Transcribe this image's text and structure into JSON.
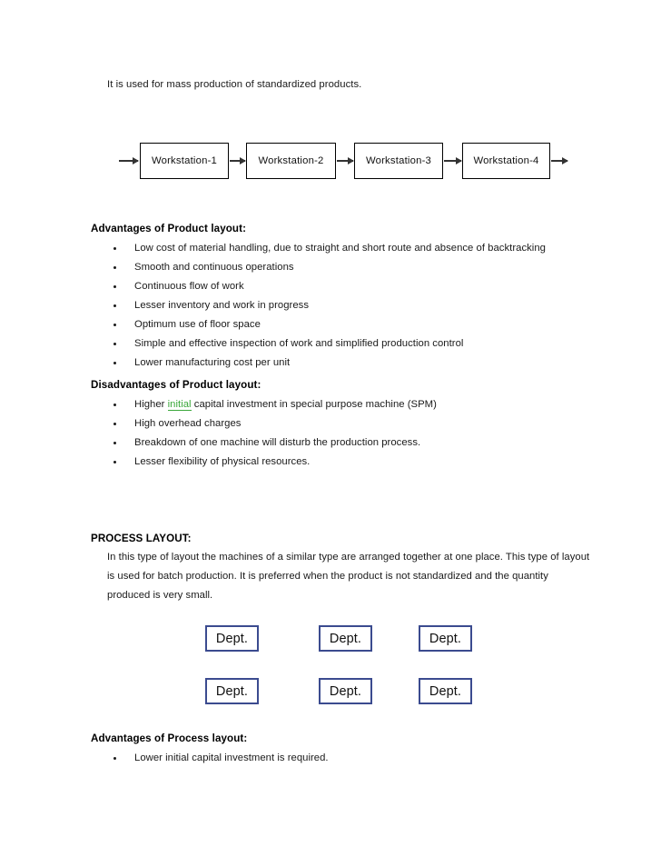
{
  "document": {
    "intro_line": "It is used for mass production of standardized products.",
    "product_layout": {
      "flow_diagram": {
        "name": "product-layout-flow",
        "nodes": [
          {
            "label": "Workstation-1"
          },
          {
            "label": "Workstation-2"
          },
          {
            "label": "Workstation-3"
          },
          {
            "label": "Workstation-4"
          }
        ],
        "arrow_count": 5
      },
      "advantages": {
        "heading": "Advantages of Product layout:",
        "items": [
          "Low cost of material handling, due to straight and short route and absence of backtracking",
          "Smooth and continuous operations",
          "Continuous flow of work",
          "Lesser inventory and work in progress",
          "Optimum use of floor space",
          "Simple and effective inspection of work and simplified production control",
          "Lower manufacturing cost per unit"
        ]
      },
      "disadvantages": {
        "heading": "Disadvantages of Product layout:",
        "items": [
          {
            "prefix": "Higher ",
            "flagged_word": "initial",
            "suffix": " capital investment in special purpose machine (SPM)"
          },
          {
            "text": "High overhead charges"
          },
          {
            "text": "Breakdown of one machine will disturb the production process."
          },
          {
            "text": "Lesser flexibility of physical resources."
          }
        ]
      }
    },
    "process_layout": {
      "heading": "PROCESS LAYOUT:",
      "paragraph_lines": [
        "In this type of layout the machines of a similar type are arranged together at one place. This type of layout",
        "is used for batch production. It is preferred when the product is not standardized and the quantity",
        "produced is very small."
      ],
      "dept_grid": {
        "name": "process-layout-dept-grid",
        "rows": 2,
        "columns": 3,
        "cell_label": "Dept.",
        "cells": [
          {
            "label": "Dept."
          },
          {
            "label": "Dept."
          },
          {
            "label": "Dept."
          },
          {
            "label": "Dept."
          },
          {
            "label": "Dept."
          },
          {
            "label": "Dept."
          }
        ]
      },
      "advantages": {
        "heading": "Advantages of Process layout:",
        "items": [
          "Lower initial capital investment is required."
        ]
      }
    },
    "colors": {
      "text": "#1a1a1a",
      "heading": "#000000",
      "spellcheck_green": "#3aa83a",
      "dept_border_navy": "#3b4b8f",
      "flow_border": "#000000",
      "page_background": "#ffffff"
    }
  }
}
